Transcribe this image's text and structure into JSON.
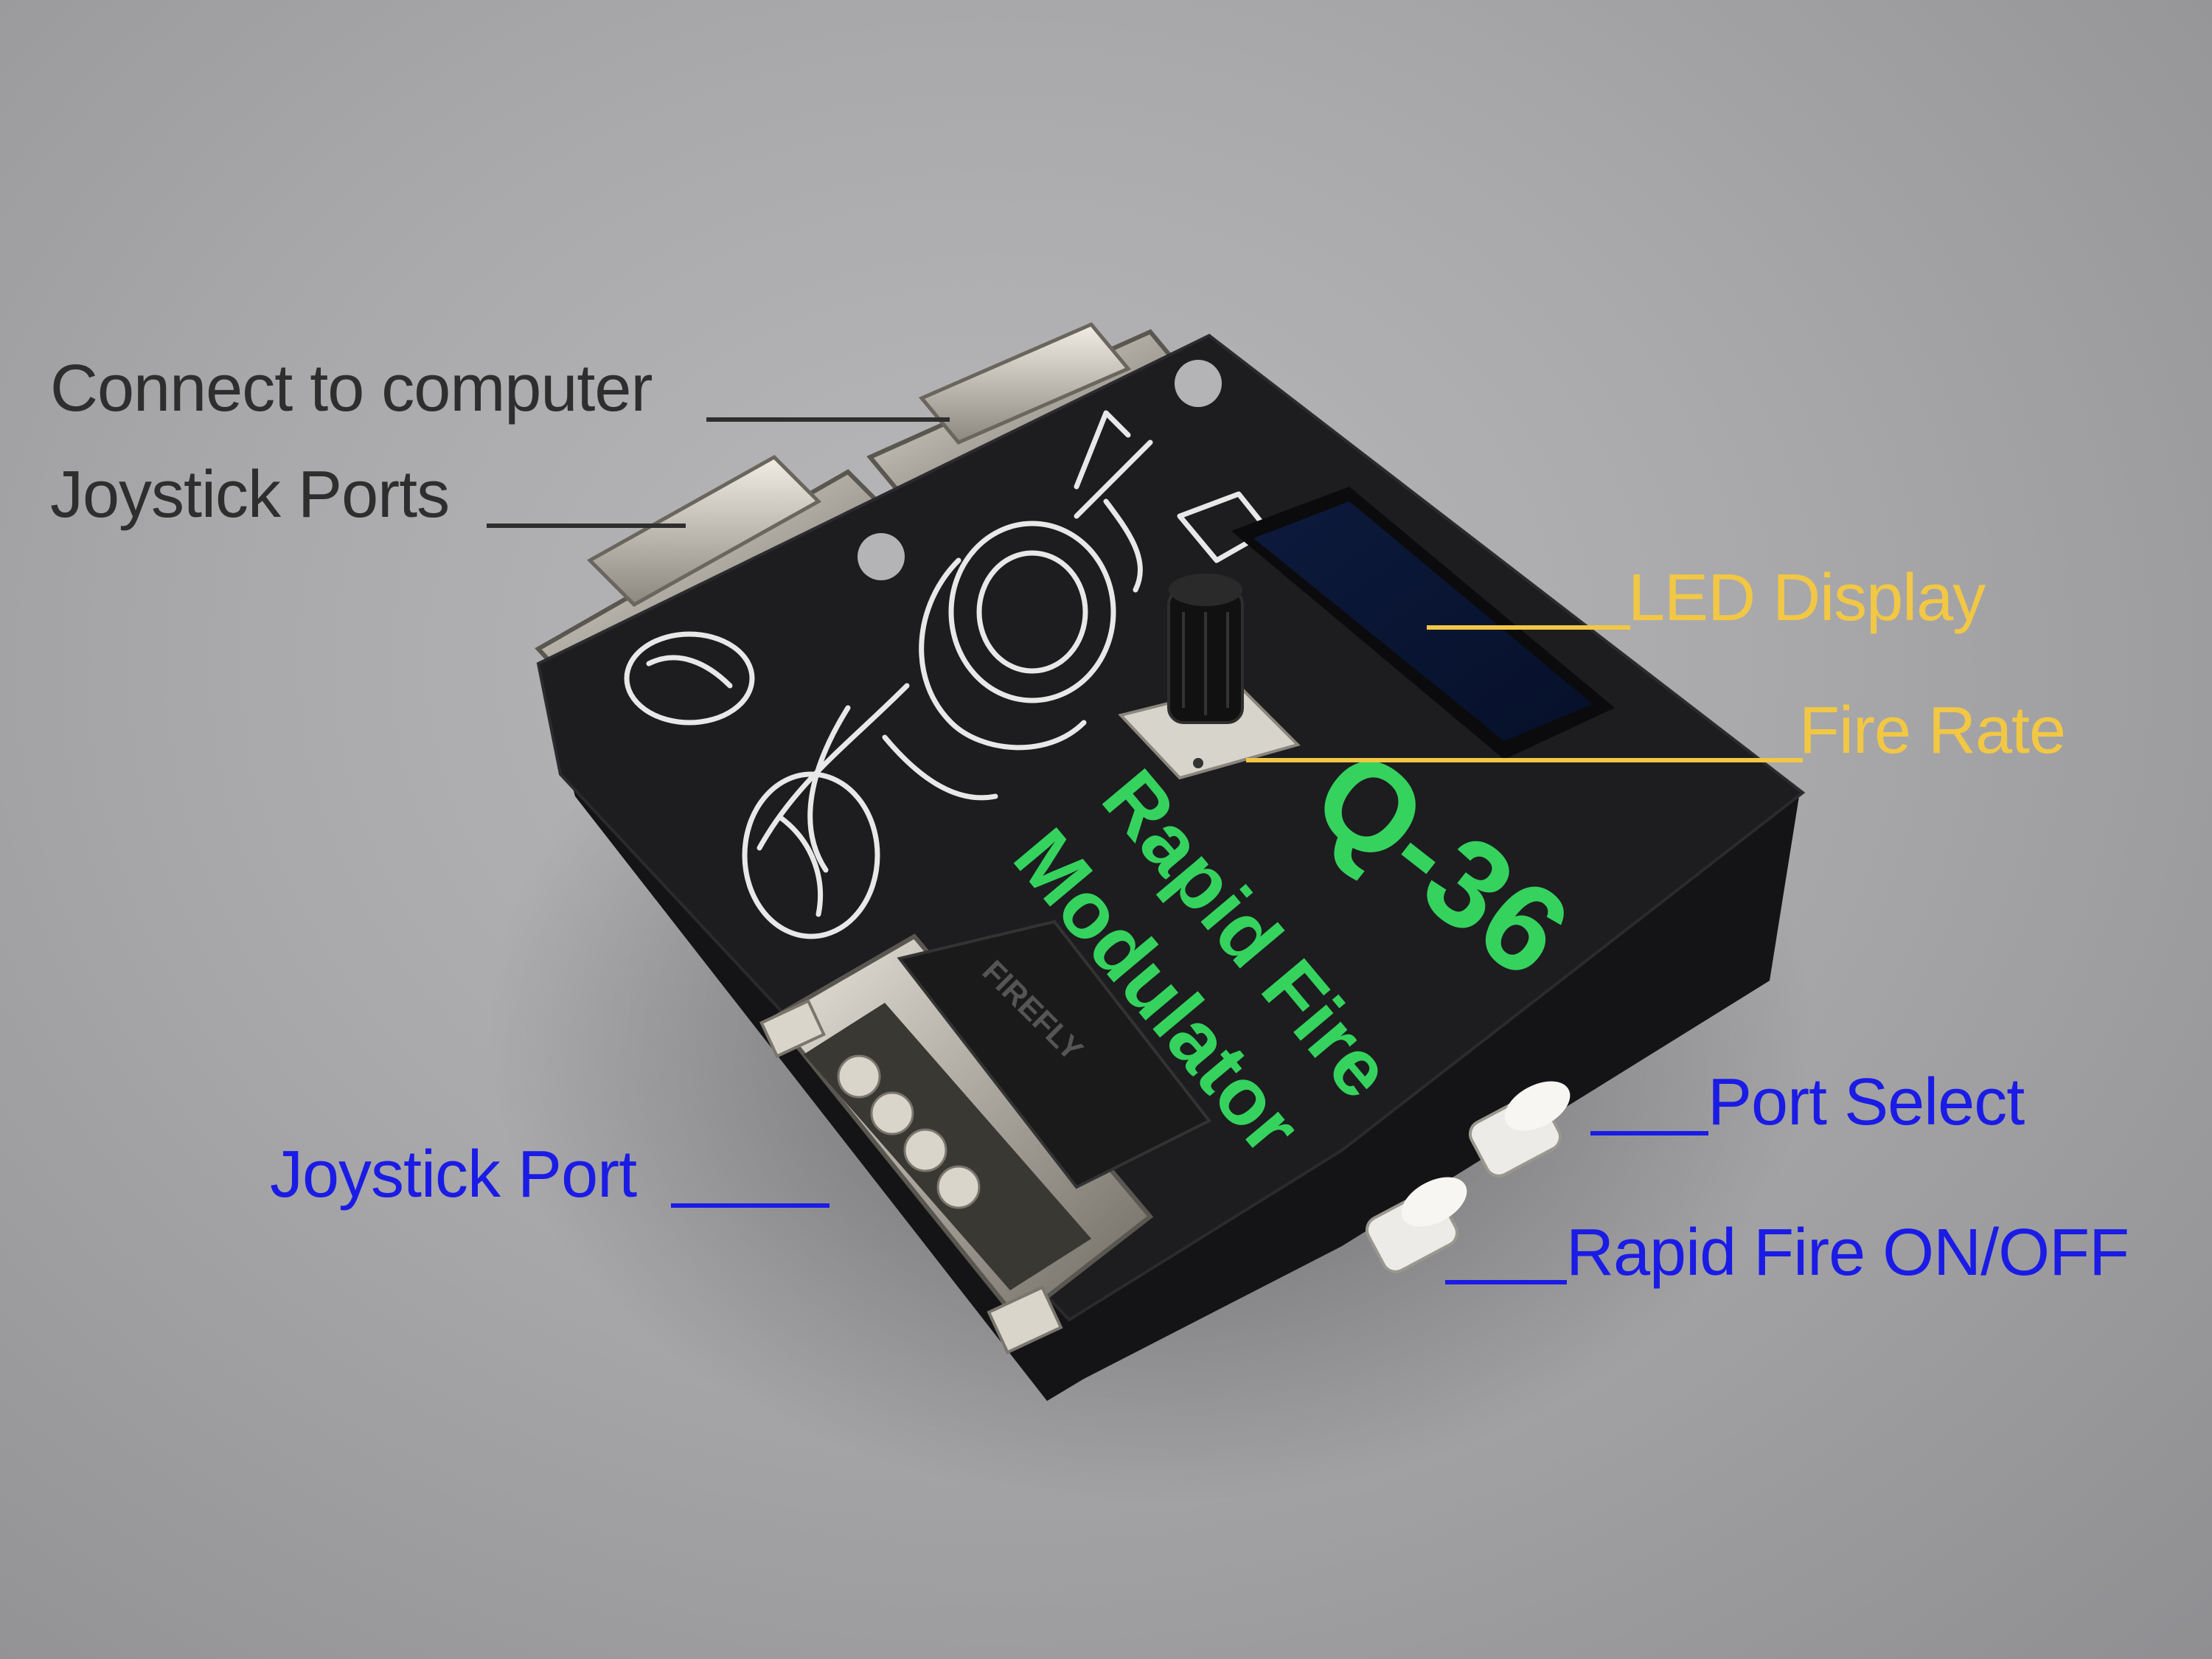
{
  "photo": {
    "device_title": "Q-36",
    "device_subtitle_line1": "Rapid Fire",
    "device_subtitle_line2": "Modulator",
    "connector_brand": "FIREFLY",
    "background_color": "#a9a9ab",
    "case_color": "#1a1a1c",
    "print_green": "#35d35e"
  },
  "annotations": {
    "connect_to_computer": "Connect to computer",
    "joystick_ports": "Joystick Ports",
    "led_display": "LED Display",
    "fire_rate": "Fire Rate",
    "port_select": "Port Select",
    "joystick_port": "Joystick Port",
    "rapid_fire_toggle": "Rapid Fire ON/OFF"
  },
  "colors": {
    "label_dark": "#2e2e2e",
    "label_yellow": "#f2c744",
    "label_blue": "#1b1be6"
  }
}
